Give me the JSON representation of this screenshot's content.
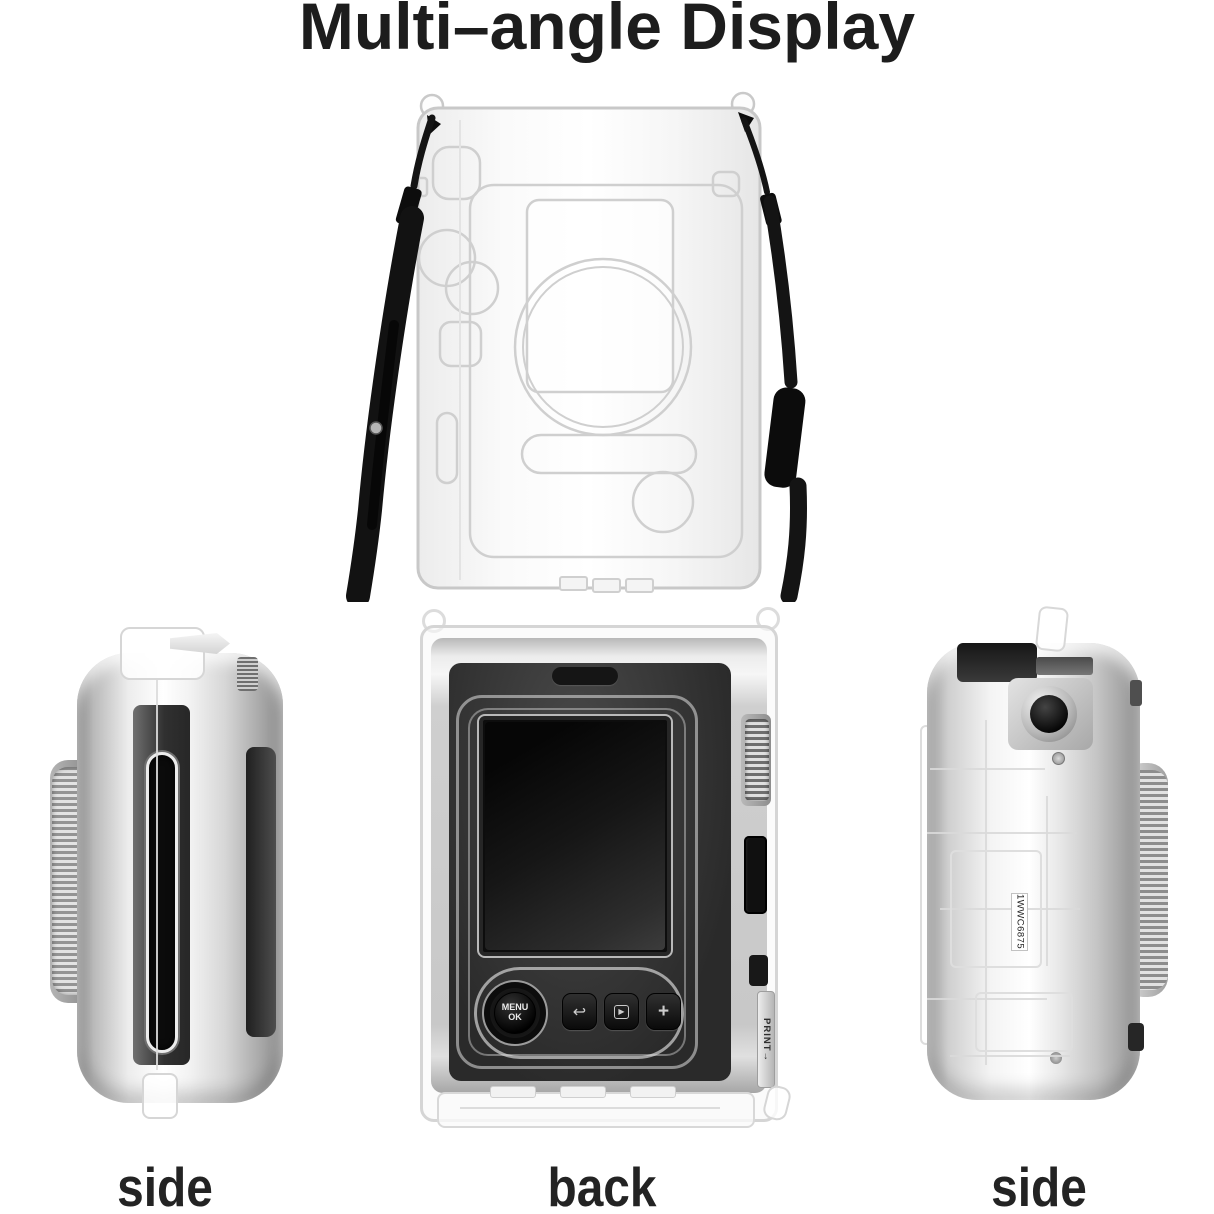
{
  "page": {
    "title": "Multi–angle Display"
  },
  "view_labels": {
    "left": "side",
    "center": "back",
    "right": "side"
  },
  "back_view": {
    "menu_ok_button": {
      "line1": "MENU",
      "line2": "OK"
    },
    "icons": {
      "back": "↩",
      "play": "▶",
      "plus": "+"
    },
    "print_label": "PRINT",
    "print_arrow": "→"
  },
  "right_side_view": {
    "case_mold_code": "1WWC6875"
  },
  "colors": {
    "background": "#ffffff",
    "title_text": "#1d1d1d",
    "strap_black": "#121212",
    "clear_case_outline": "#cfcfcf",
    "silver_light": "#f5f5f5",
    "silver_dark": "#8c8c8c",
    "leather_black": "#2c2c2c",
    "screen_black": "#101010"
  }
}
